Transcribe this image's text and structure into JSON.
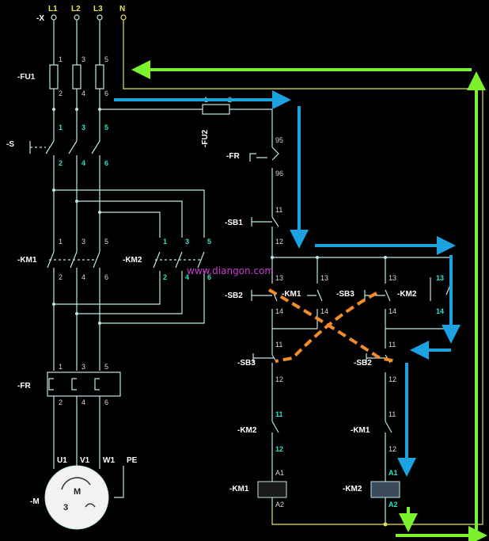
{
  "terminals": {
    "L1": "L1",
    "L2": "L2",
    "L3": "L3",
    "N": "N",
    "X": "-X"
  },
  "labels": {
    "fu1": "-FU1",
    "fu2": "-FU2",
    "s": "-S",
    "fr_ctrl": "-FR",
    "fr_main": "-FR",
    "km1_main": "-KM1",
    "km2_main": "-KM2",
    "sb1": "-SB1",
    "sb2_left": "-SB2",
    "km1_hold": "-KM1",
    "sb3_top": "-SB3",
    "km2_hold": "-KM2",
    "sb3_left": "-SB3",
    "sb2_right": "-SB2",
    "km2_inter": "-KM2",
    "km1_inter": "-KM1",
    "km1_coil": "-KM1",
    "km2_coil": "-KM2",
    "motor": "-M",
    "motor_m": "M",
    "motor_3": "3"
  },
  "motor_terminals": {
    "U1": "U1",
    "V1": "V1",
    "W1": "W1",
    "PE": "PE"
  },
  "pins": {
    "p1": "1",
    "p2": "2",
    "p3": "3",
    "p4": "4",
    "p5": "5",
    "p6": "6",
    "p11": "11",
    "p12": "12",
    "p13": "13",
    "p14": "14",
    "p95": "95",
    "p96": "96",
    "A1": "A1",
    "A2": "A2"
  },
  "watermark": "www.diangon.com",
  "colors": {
    "wire": "#bfe6e6",
    "neutral": "#e6e35a",
    "green_arrow": "#7cf22e",
    "blue_arrow": "#1aa3e0",
    "orange_cross": "#f28c28"
  }
}
